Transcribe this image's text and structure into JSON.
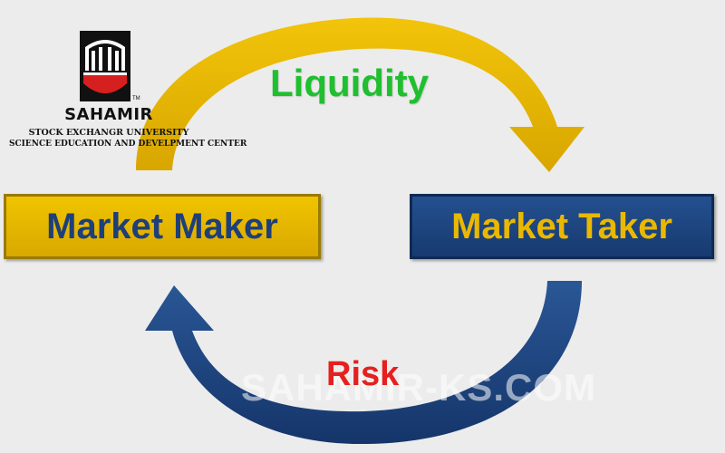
{
  "logo": {
    "name": "SAHAMIR",
    "tagline_1": "STOCK EXCHANGR UNIVERSITY",
    "tagline_2": "SCIENCE EDUCATION AND DEVELPMENT CENTER",
    "trademark": "TM"
  },
  "nodes": {
    "left": "Market Maker",
    "right": "Market Taker"
  },
  "flows": {
    "top": "Liquidity",
    "bottom": "Risk"
  },
  "watermark": "SAHAMIR-KS.COM",
  "colors": {
    "background": "#ececec",
    "gold": "#e0b000",
    "navy": "#1e4680",
    "liquidity_text": "#1fbf2f",
    "risk_text": "#e5201e"
  }
}
